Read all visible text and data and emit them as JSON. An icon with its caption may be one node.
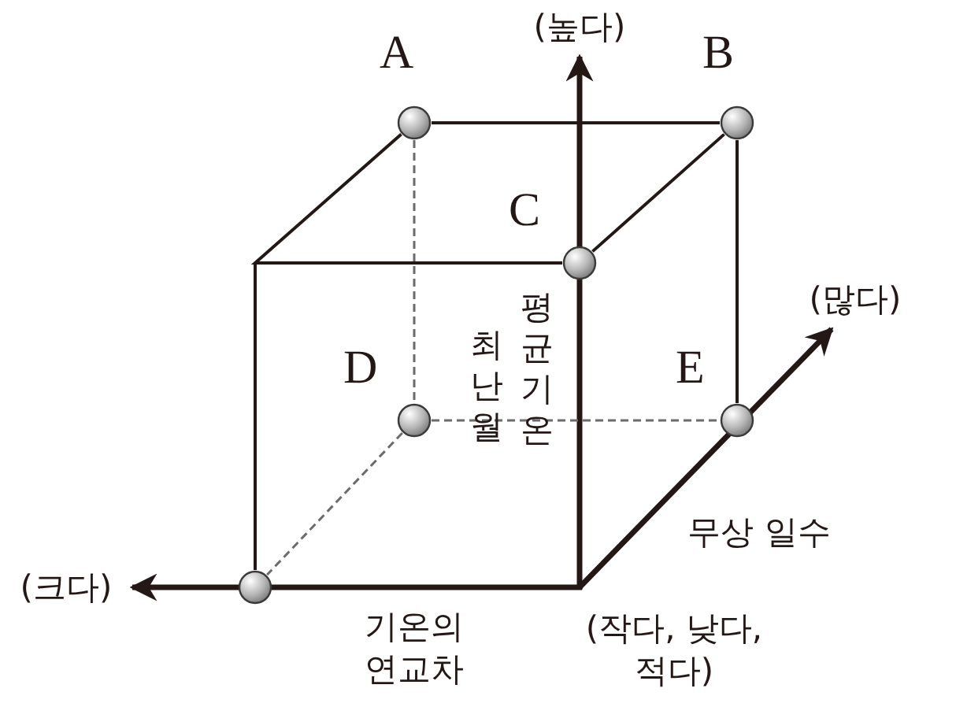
{
  "diagram": {
    "nodes": [
      {
        "text": [
          "A"
        ]
      },
      {
        "text": [
          "B"
        ]
      },
      {
        "text": [
          "C"
        ]
      },
      {
        "text": [
          "D"
        ]
      },
      {
        "text": [
          "E"
        ]
      },
      {
        "text": [],
        "shape": "circle"
      }
    ],
    "edges": [
      {
        "from": 0,
        "to": 1,
        "arrow": "none"
      },
      {
        "from": 1,
        "to": 2,
        "arrow": "none"
      },
      {
        "from": 1,
        "to": 4,
        "arrow": "none"
      },
      {
        "from": 0,
        "to": 3,
        "arrow": "none",
        "style": "dashed"
      },
      {
        "from": 3,
        "to": 4,
        "arrow": "none",
        "style": "dashed"
      },
      {
        "from": 3,
        "to": 5,
        "arrow": "none",
        "style": "dashed"
      }
    ],
    "labels": [
      "(높다)",
      "(많다)",
      "최난월",
      "평균 기온",
      "무상 일수",
      "(크다)",
      "기온의 연교차",
      "(작다, 낮다, 적다)"
    ]
  }
}
